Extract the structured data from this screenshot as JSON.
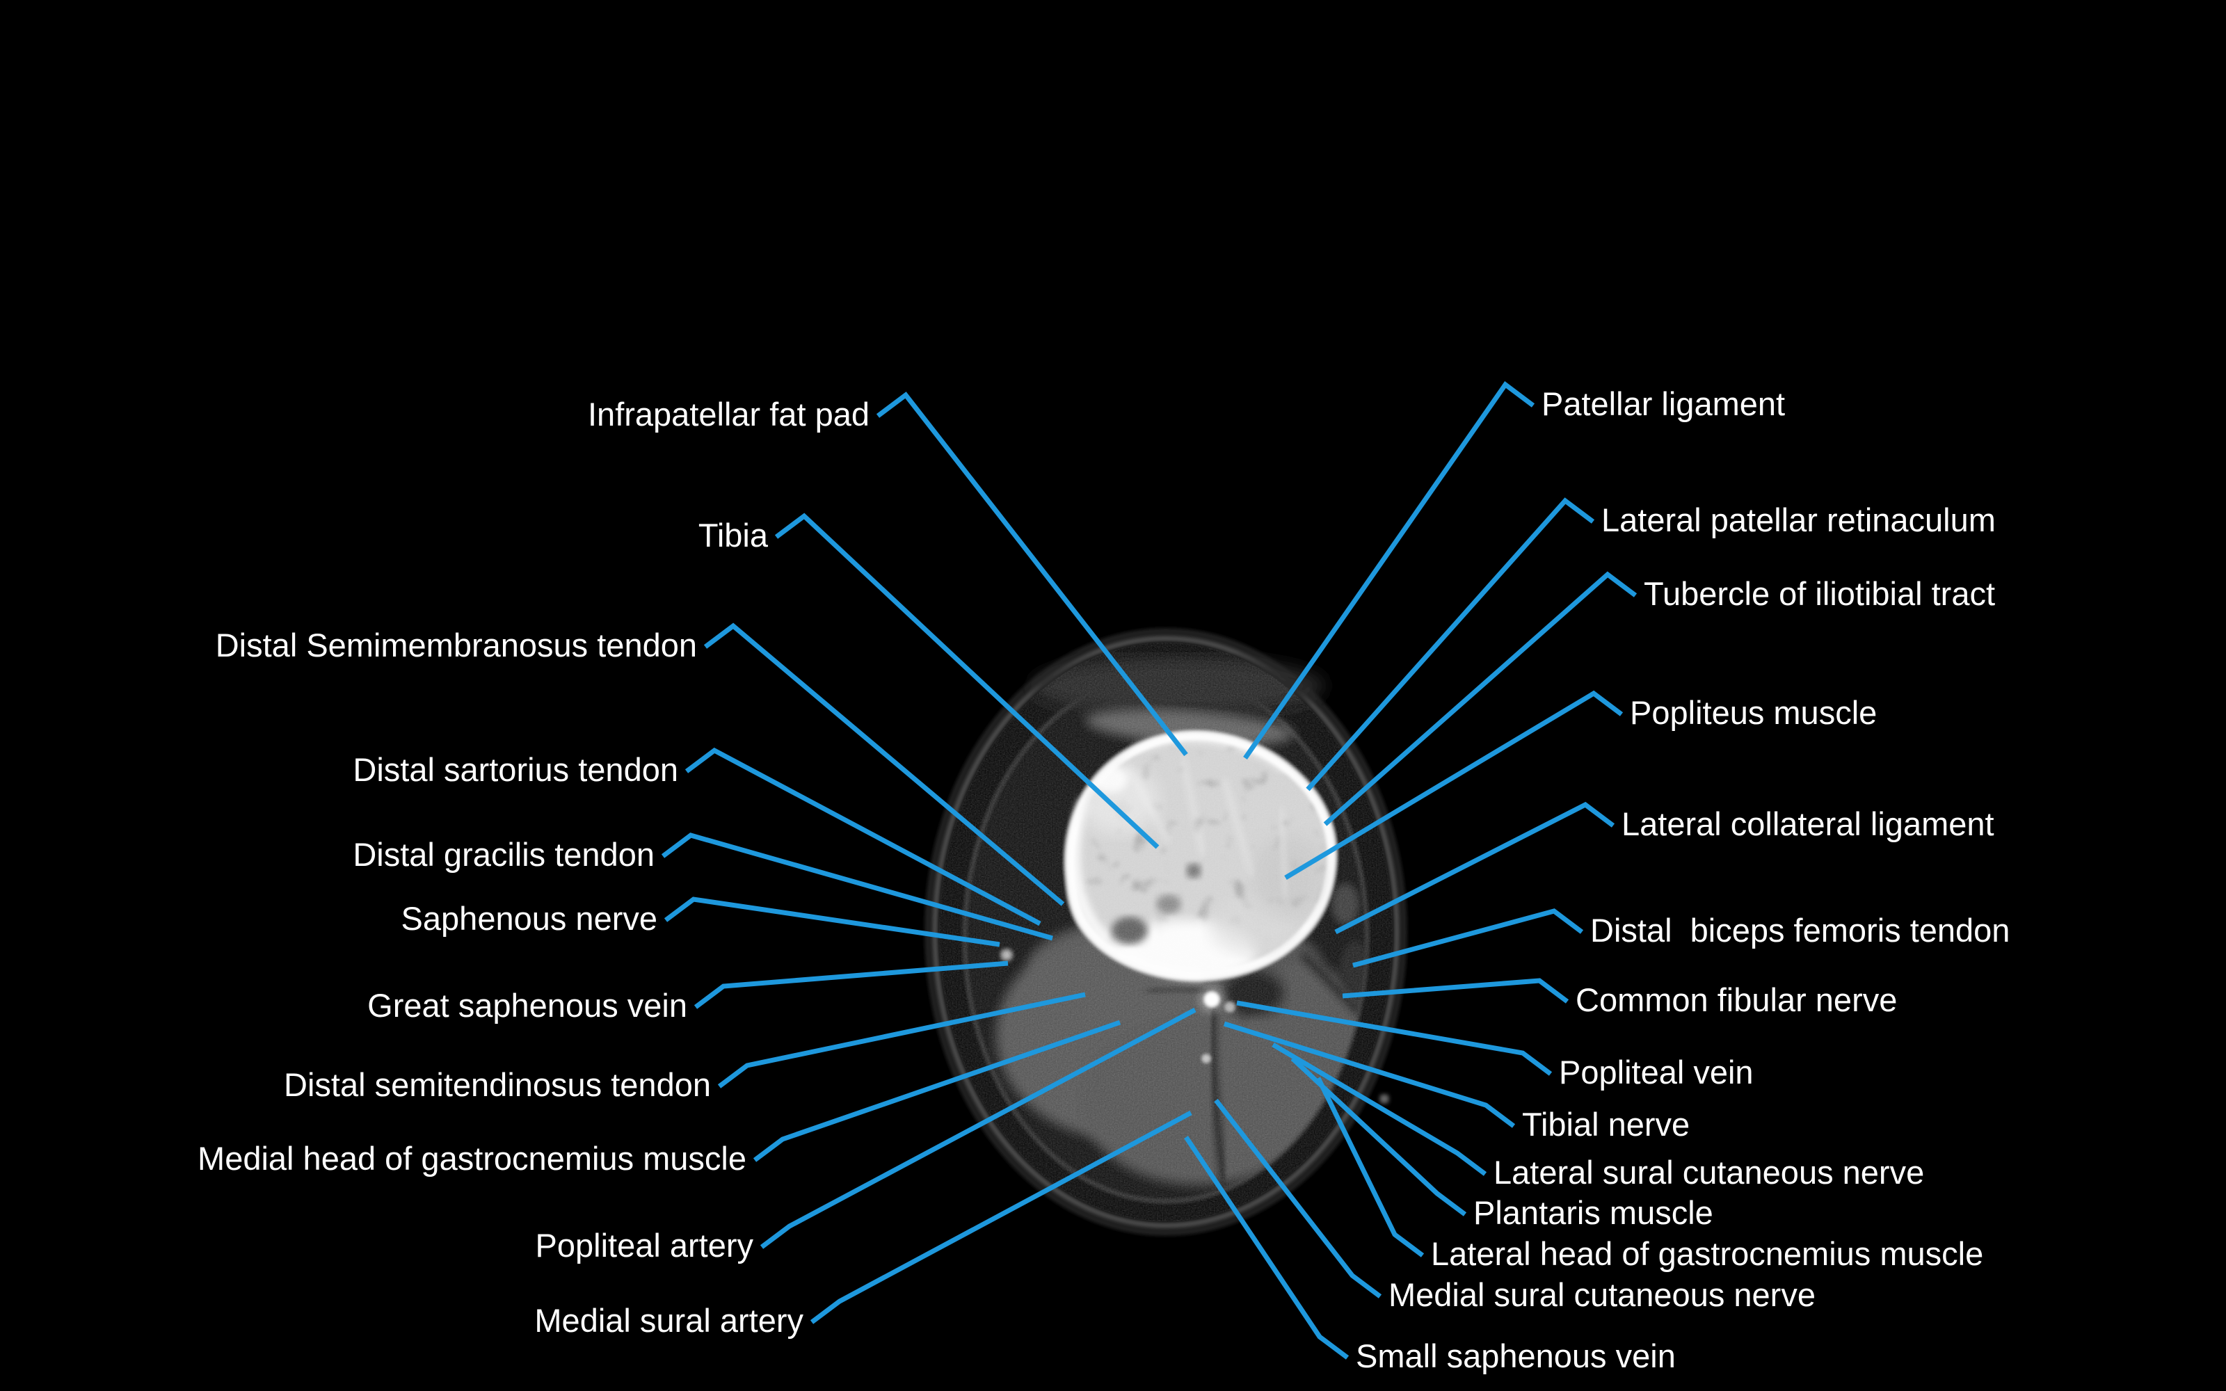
{
  "colors": {
    "background": "#000000",
    "label_text": "#ffffff",
    "leader_line": "#1e98dd"
  },
  "labels": {
    "left": [
      {
        "text": "Infrapatellar fat pad"
      },
      {
        "text": "Tibia"
      },
      {
        "text": "Distal Semimembranosus tendon"
      },
      {
        "text": "Distal sartorius tendon"
      },
      {
        "text": "Distal gracilis tendon"
      },
      {
        "text": "Saphenous nerve"
      },
      {
        "text": "Great saphenous vein"
      },
      {
        "text": "Distal semitendinosus tendon"
      },
      {
        "text": "Medial head of gastrocnemius muscle"
      },
      {
        "text": "Popliteal artery"
      },
      {
        "text": "Medial sural artery"
      }
    ],
    "right": [
      {
        "text": "Patellar ligament"
      },
      {
        "text": "Lateral patellar retinaculum"
      },
      {
        "text": "Tubercle of iliotibial tract"
      },
      {
        "text": "Popliteus muscle"
      },
      {
        "text": "Lateral collateral ligament"
      },
      {
        "text": "Distal  biceps femoris tendon"
      },
      {
        "text": "Common fibular nerve"
      },
      {
        "text": "Popliteal vein"
      },
      {
        "text": "Tibial nerve"
      },
      {
        "text": "Lateral sural cutaneous nerve"
      },
      {
        "text": "Plantaris muscle"
      },
      {
        "text": "Lateral head of gastrocnemius muscle"
      },
      {
        "text": "Medial sural cutaneous nerve"
      },
      {
        "text": "Small saphenous vein"
      }
    ]
  }
}
